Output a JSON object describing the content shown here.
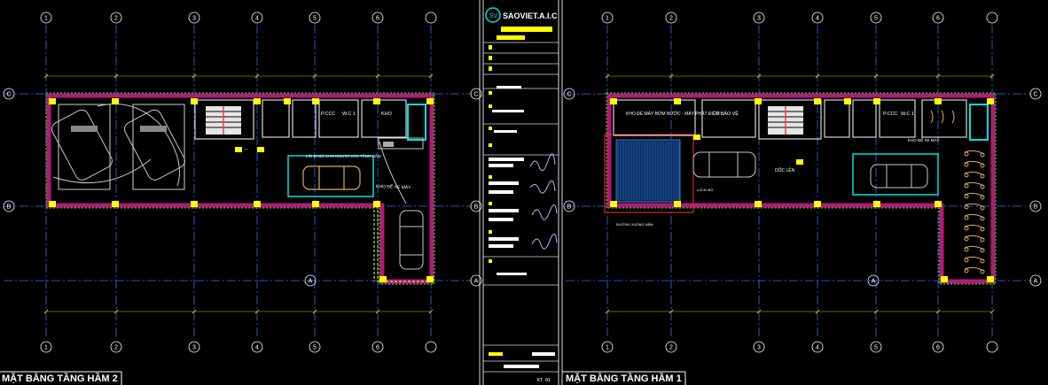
{
  "left_plan": {
    "title": "MẶT BẰNG TẦNG HẦM 2",
    "grid_labels": [
      "1",
      "2",
      "3",
      "4",
      "5",
      "6"
    ],
    "row_labels": [
      "C",
      "B",
      "A"
    ],
    "rooms": [
      "P.CCC",
      "W.C 1",
      "KHO"
    ],
    "notes": [
      "LỐI ĐI BỘ CHO NGƯỜI VÀO TẦNG HẦM",
      "KHO ĐỂ XE MÁY"
    ]
  },
  "right_plan": {
    "title": "MẶT BẰNG TẦNG HẦM 1",
    "grid_labels": [
      "1",
      "2",
      "3",
      "4",
      "5",
      "6"
    ],
    "row_labels": [
      "C",
      "B",
      "A"
    ],
    "rooms": [
      "P.BẢO VỆ",
      "P.CCC",
      "W.C 1"
    ],
    "notes": [
      "KHO ĐỂ MÁY BƠM NƯỚC - MÁY PHÁT ĐIỆN",
      "KHO ĐỂ XE MÁY",
      "DỐC LÊN",
      "LỐI ĐI BỘ",
      "ĐƯỜNG XUỐNG HẦM",
      "KHO ĐỂ XE ĐẠP"
    ]
  },
  "title_block": {
    "brand": "SAOVIET.A.I.C",
    "sheet_no": "KT 01"
  },
  "colors": {
    "background": "#000000",
    "grid": "#2f6fff",
    "wall": "#b2197a",
    "column": "#ffff00",
    "hatch": "#00ff00",
    "cyan": "#00e0e0",
    "text": "#ffffff",
    "dim": "#c8c800"
  }
}
